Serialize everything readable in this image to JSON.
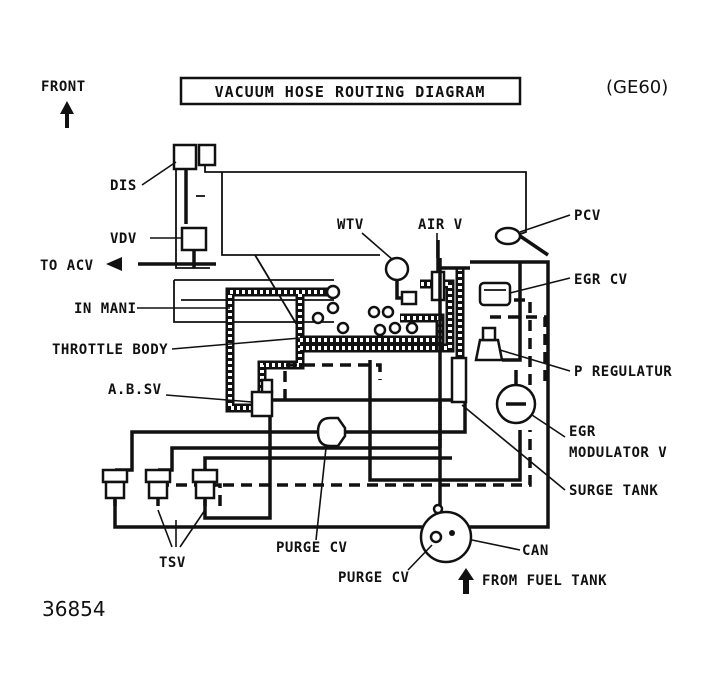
{
  "title": "VACUUM HOSE ROUTING DIAGRAM",
  "code": "(GE60)",
  "front_label": "FRONT",
  "figure_number": "36854",
  "components": {
    "dis": "DIS",
    "vdv": "VDV",
    "to_acv": "TO ACV",
    "in_mani": "IN MANI",
    "throttle_body": "THROTTLE BODY",
    "ab_sv": "A.B.SV",
    "tsv": "TSV",
    "purge_cv_upper": "PURGE CV",
    "purge_cv_lower": "PURGE CV",
    "wtv": "WTV",
    "air_v": "AIR V",
    "pcv": "PCV",
    "egr_cv": "EGR CV",
    "p_regulator": "P REGULATUR",
    "egr_modulator_line1": "EGR",
    "egr_modulator_line2": "MODULATOR V",
    "surge_tank": "SURGE TANK",
    "can": "CAN",
    "from_fuel_tank": "FROM FUEL TANK"
  }
}
